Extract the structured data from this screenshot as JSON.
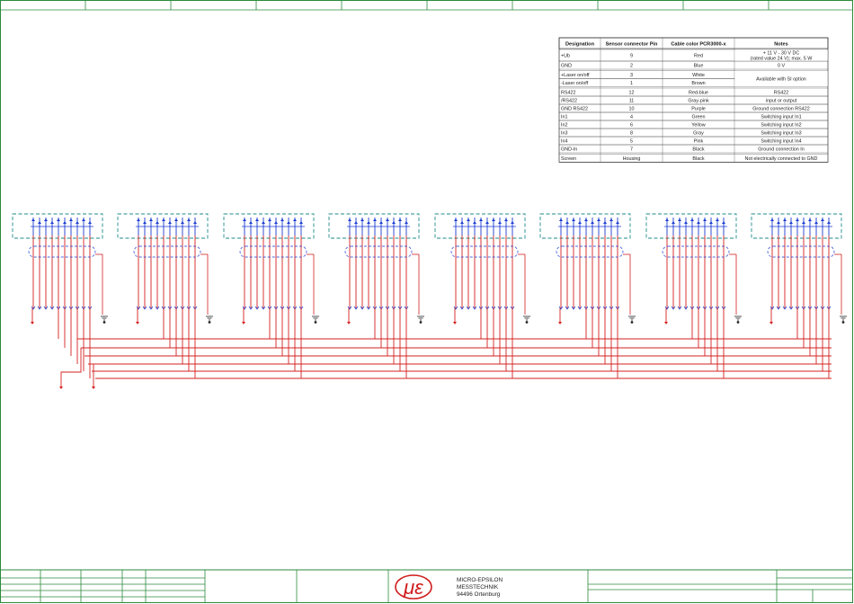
{
  "pin_table": {
    "headers": [
      "Designation",
      "Sensor connector Pin",
      "Cable color PCR3000-x",
      "Notes"
    ],
    "rows": [
      [
        "+Ub",
        "9",
        "Red",
        ""
      ],
      [
        "GND",
        "2",
        "Blue",
        "0 V"
      ],
      [
        "+Laser on/off",
        "3",
        "White",
        ""
      ],
      [
        "-Laser on/off",
        "1",
        "Brown",
        ""
      ],
      [
        "RS422",
        "12",
        "Red-blue",
        "RS422"
      ],
      [
        "/RS422",
        "11",
        "Gray-pink",
        "input or output"
      ],
      [
        "GND RS422",
        "10",
        "Purple",
        "Ground connection RS422"
      ],
      [
        "In1",
        "4",
        "Green",
        "Switching input In1"
      ],
      [
        "In2",
        "6",
        "Yellow",
        "Switching input In2"
      ],
      [
        "In3",
        "8",
        "Gray",
        "Switching input In3"
      ],
      [
        "In4",
        "5",
        "Pink",
        "Switching input In4"
      ],
      [
        "GND-In",
        "7",
        "Black",
        "Ground connection In"
      ],
      [
        "Screen",
        "Housing",
        "Black",
        "Not electrically connected to GND"
      ]
    ],
    "note_ub_line1": "+ 11 V - 30 V DC",
    "note_ub_line2": "(rated value 24 V); max. 5 W",
    "note_laser": "Available with SI option"
  },
  "title_block": {
    "company_line1": "MICRO-EPSILON",
    "company_line2": "MESSTECHNIK",
    "company_line3": "94496 Ortenburg"
  },
  "colors": {
    "frame": "#2d8a3c",
    "wire_signal": "#d42020",
    "wire_ground": "#1a3ad0",
    "connector_box": "#1f8a8a",
    "logo": "#d01c1c"
  },
  "icons": {
    "ground": "ground-symbol-icon",
    "logo": "micro-epsilon-logo-icon"
  }
}
